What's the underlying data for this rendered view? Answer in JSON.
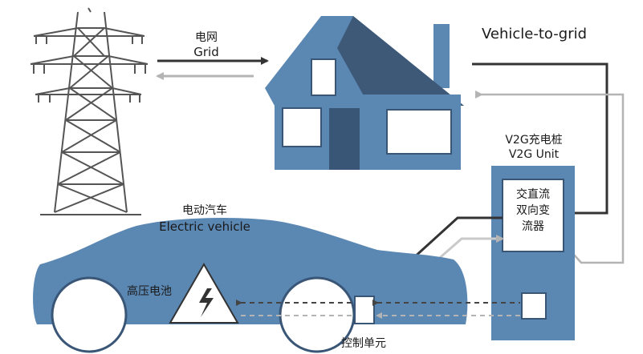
{
  "labels": {
    "grid_cn": "电网",
    "grid_en": "Grid",
    "title": "Vehicle-to-grid",
    "unit_cn": "V2G充电桩",
    "unit_en": "V2G Unit",
    "converter_line1": "交直流",
    "converter_line2": "双向变",
    "converter_line3": "流器",
    "ev_cn": "电动汽车",
    "ev_en": "Electric vehicle",
    "battery_cn": "高压电池",
    "control_cn": "控制单元"
  },
  "icons": {
    "tower": "power-transmission-tower-icon",
    "house": "house-icon",
    "car": "electric-car-icon",
    "battery": "high-voltage-warning-icon"
  },
  "colors": {
    "blue": "#5b87b3",
    "dark_blue": "#3a5676",
    "roof_shadow": "#3e5878",
    "line_dark": "#333333",
    "line_light": "#b4b4b4",
    "tower": "#555555"
  }
}
